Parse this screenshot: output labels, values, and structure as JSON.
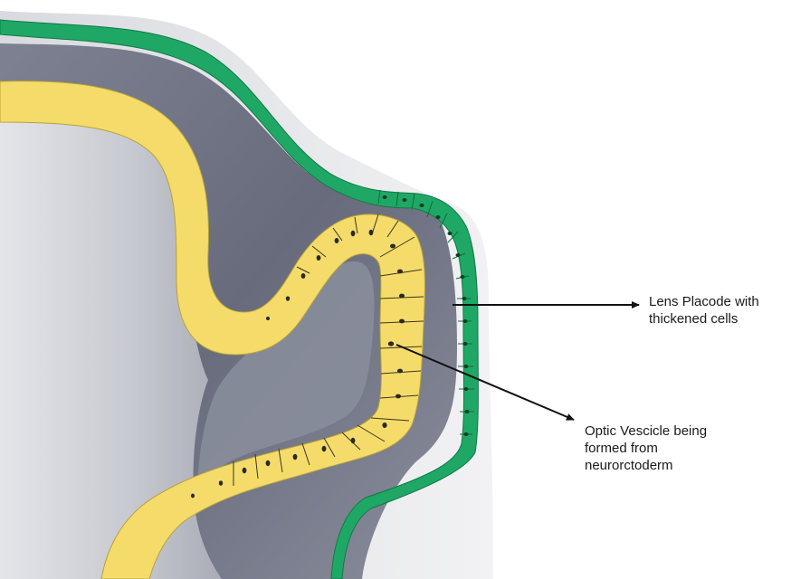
{
  "labels": {
    "lens_placode": {
      "line1": "Lens Placode with",
      "line2": "thickened cells"
    },
    "optic_vesicle": {
      "line1": "Optic Vescicle being",
      "line2": "formed from",
      "line3": "neurorctoderm"
    }
  },
  "colors": {
    "background": "#ffffff",
    "surface_ectoderm": "#1fa865",
    "neuroectoderm": "#f5dc6a",
    "mesenchyme": "#6f7384",
    "inner_cavity": "#c4c6cd",
    "outer_pale_layer": "#dcdde2",
    "nucleus": "#2a2a22",
    "arrow": "#111111"
  }
}
